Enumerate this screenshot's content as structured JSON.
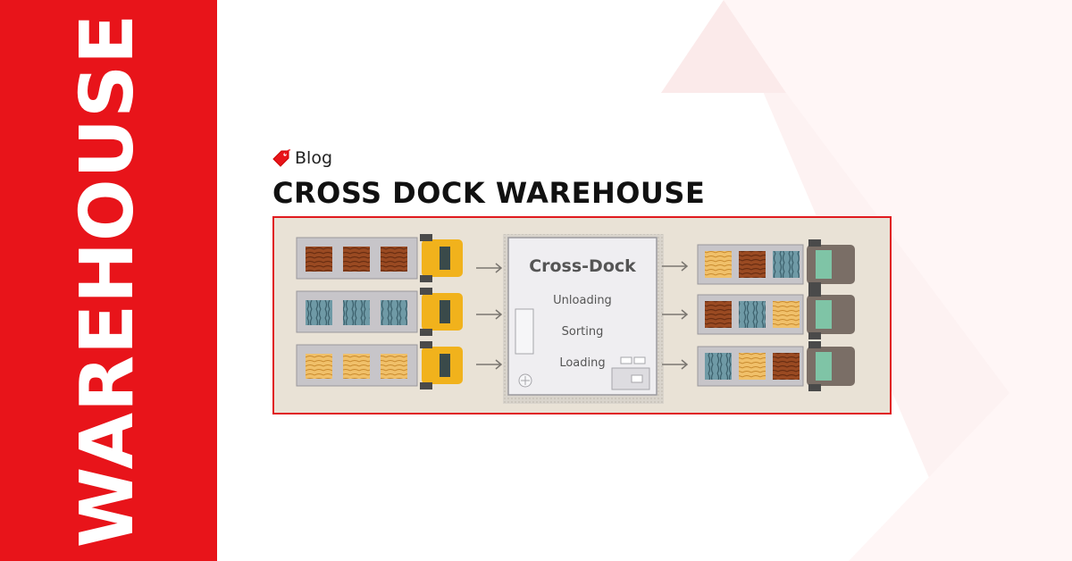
{
  "side_word": "WAREHOUSE",
  "tag": {
    "label": "Blog",
    "icon": "tag-icon"
  },
  "title": "CROSS DOCK WAREHOUSE",
  "diagram": {
    "center_title": "Cross-Dock",
    "steps": [
      "Unloading",
      "Sorting",
      "Loading"
    ]
  },
  "colors": {
    "brand_red": "#e8141a",
    "frame_border": "#e01a1f",
    "diagram_bg": "#e9e2d6",
    "inbound_truck": "#f1b21c",
    "outbound_truck": "#7a6e66"
  }
}
